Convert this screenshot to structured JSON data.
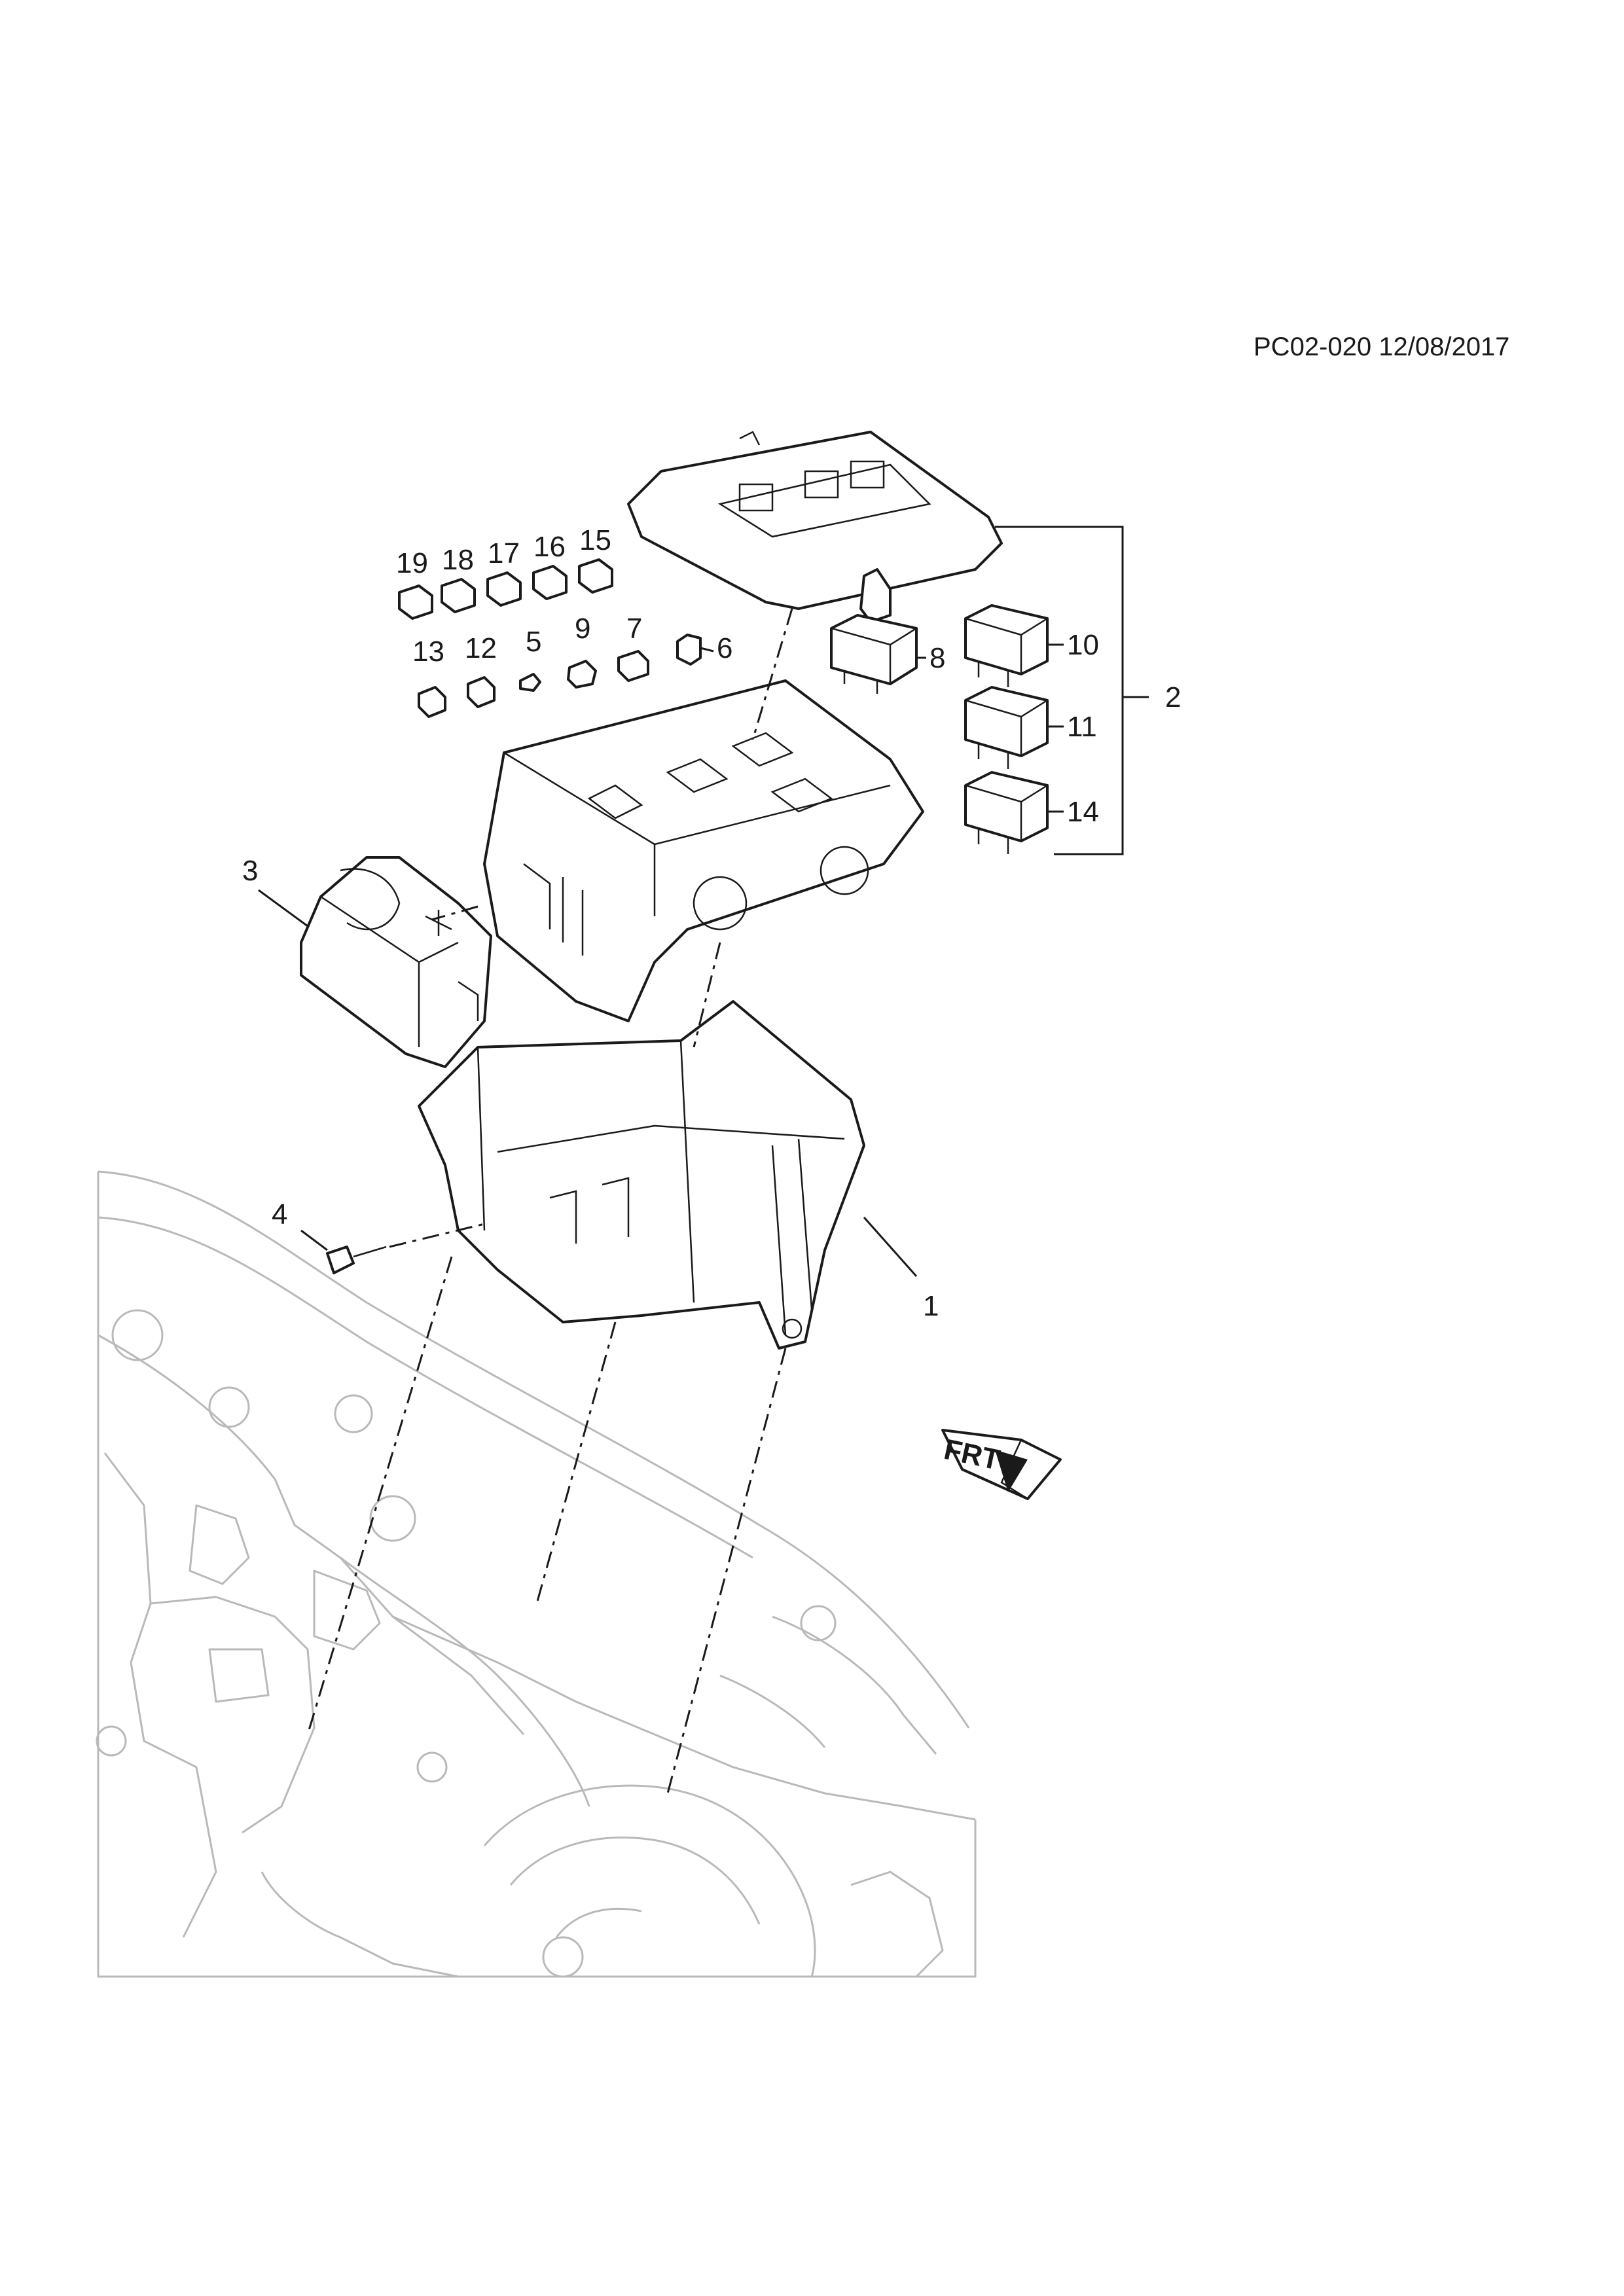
{
  "header": {
    "doc_id": "PC02-020 12/08/2017"
  },
  "callouts": [
    "1",
    "2",
    "3",
    "4",
    "5",
    "6",
    "7",
    "8",
    "9",
    "10",
    "11",
    "12",
    "13",
    "14",
    "15",
    "16",
    "17",
    "18",
    "19"
  ],
  "orientation_label": "FRT",
  "colors": {
    "line": "#1a1a1a",
    "background_vehicle": "#b9b9b9",
    "paper": "#ffffff"
  }
}
